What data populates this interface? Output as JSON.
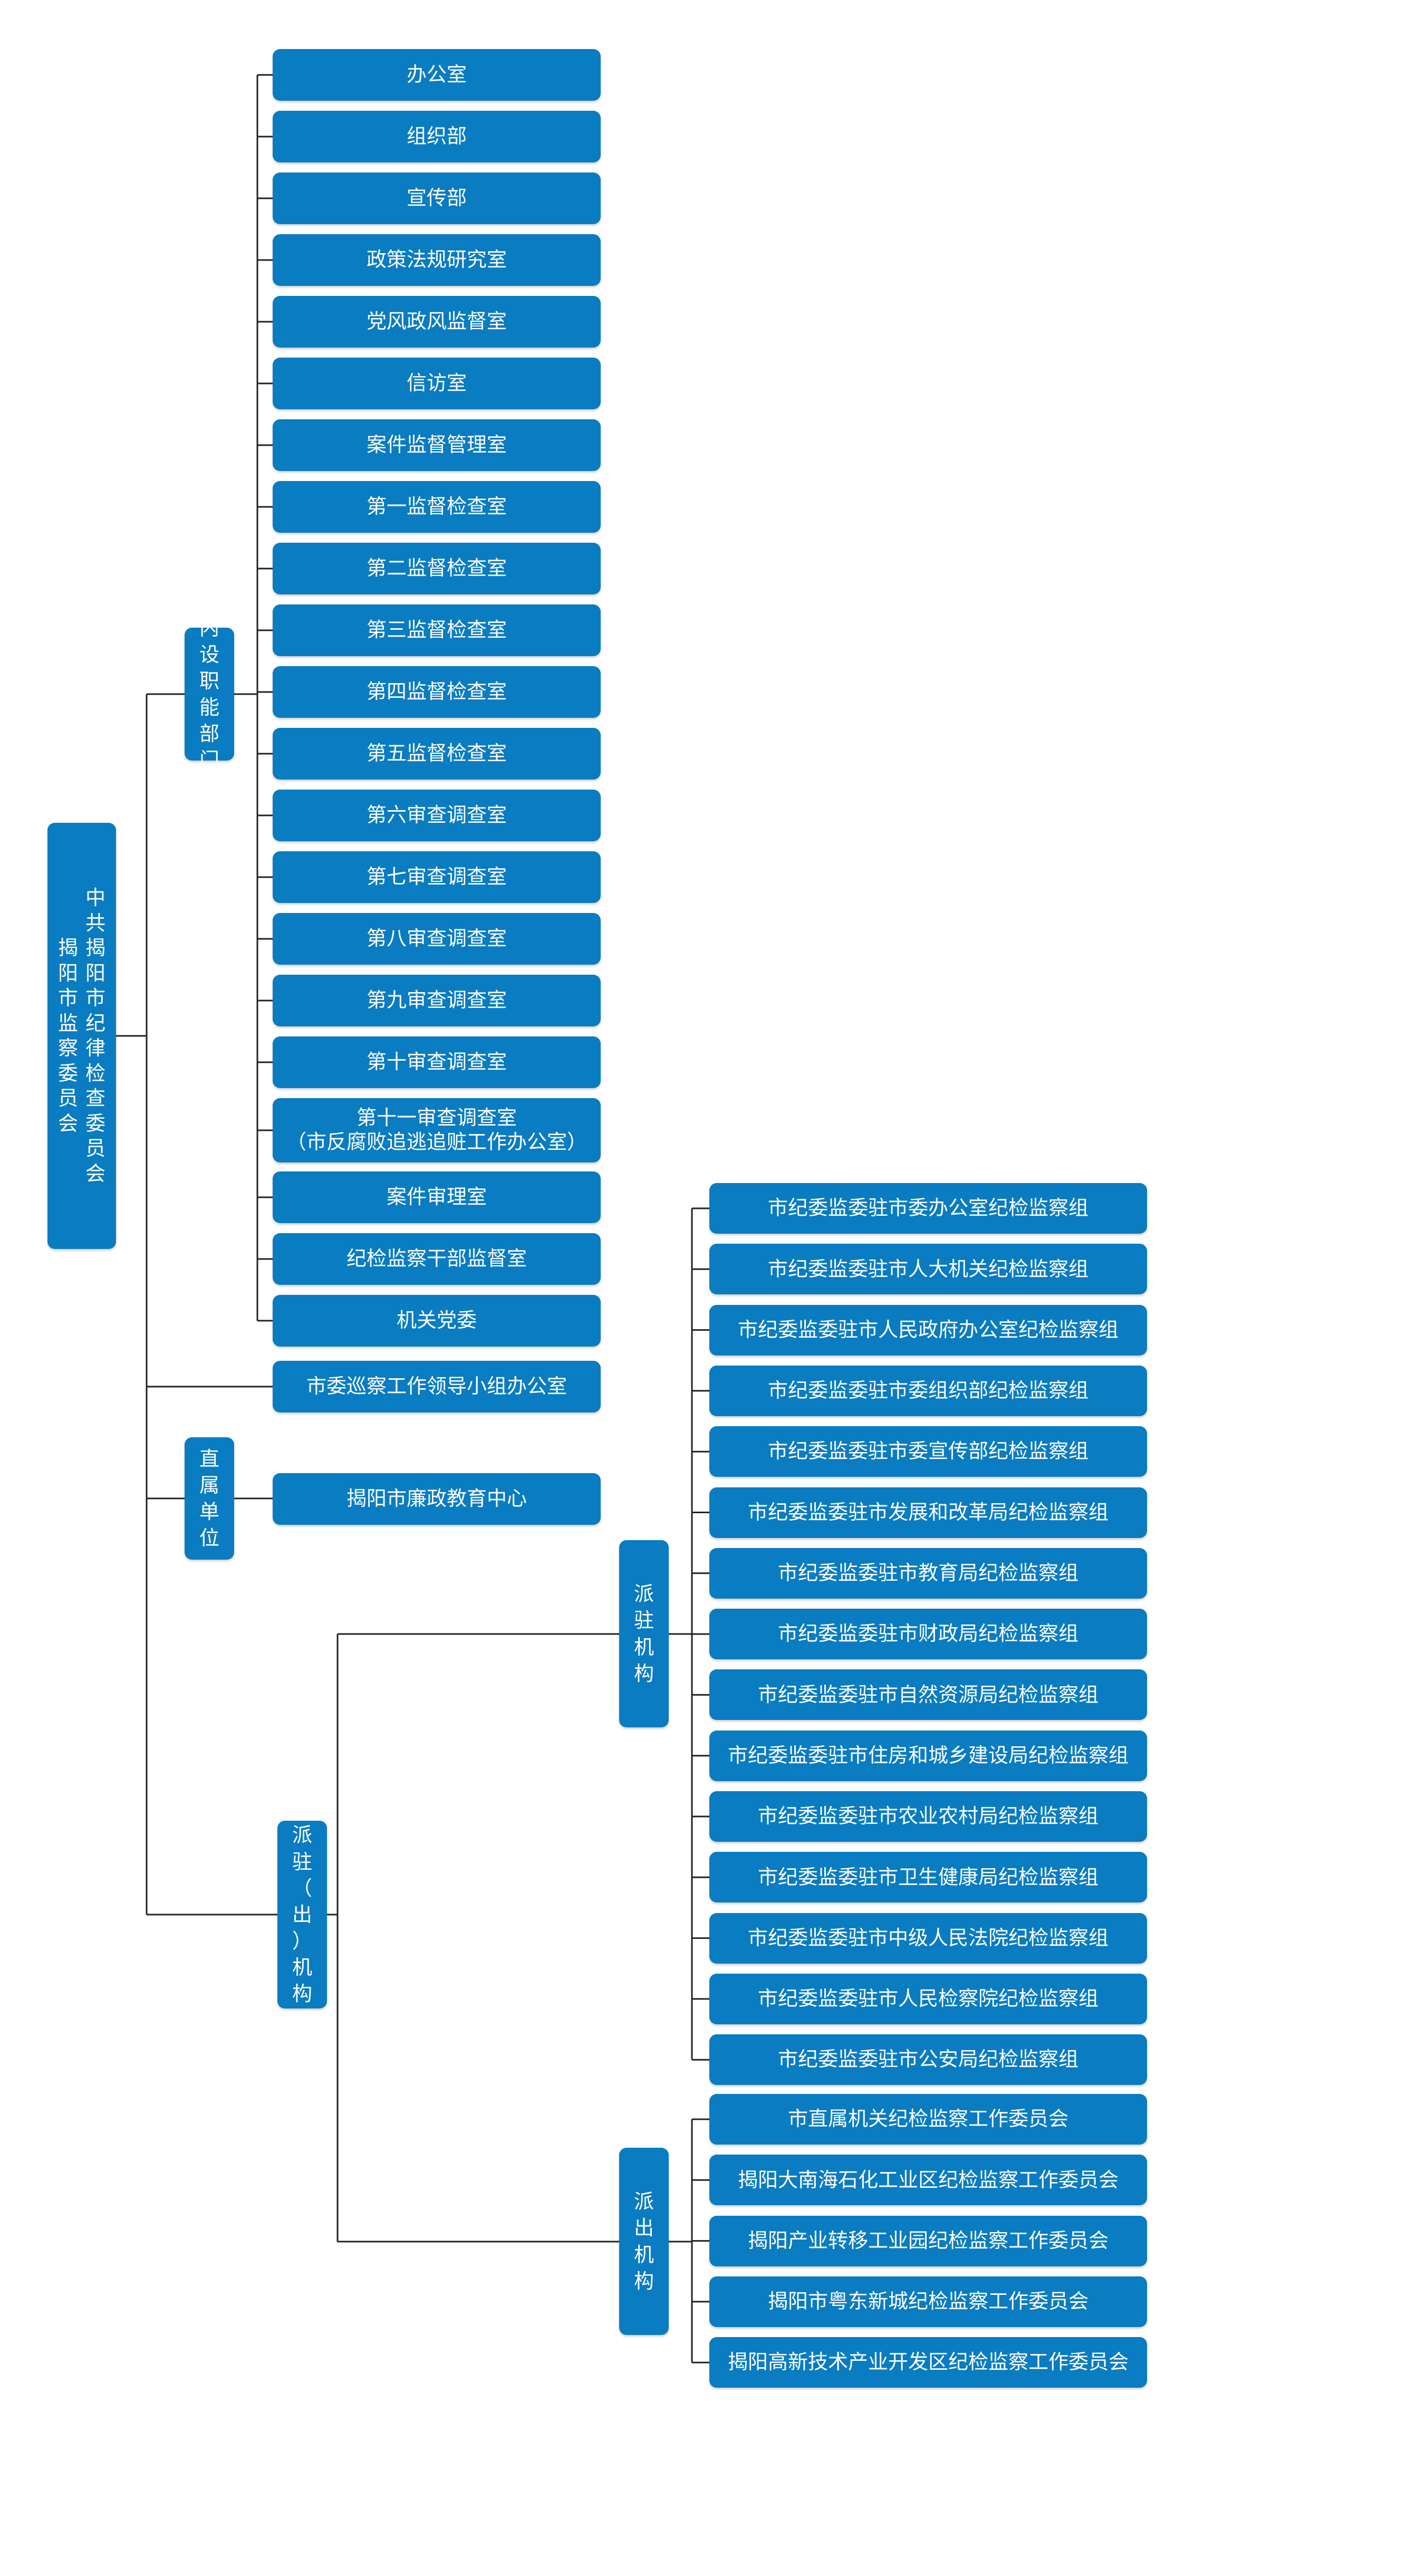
{
  "root": {
    "line1": "中共揭阳市纪律检查委员会",
    "line2": "揭阳市监察委员会"
  },
  "internal": {
    "label": "内设职能部门",
    "items": [
      "办公室",
      "组织部",
      "宣传部",
      "政策法规研究室",
      "党风政风监督室",
      "信访室",
      "案件监督管理室",
      "第一监督检查室",
      "第二监督检查室",
      "第三监督检查室",
      "第四监督检查室",
      "第五监督检查室",
      "第六审查调查室",
      "第七审查调查室",
      "第八审查调查室",
      "第九审查调查室",
      "第十审查调查室",
      "第十一审查调查室\n（市反腐败追逃追赃工作办公室）",
      "案件审理室",
      "纪检监察干部监督室",
      "机关党委"
    ]
  },
  "inspection_office": "市委巡察工作领导小组办公室",
  "direct": {
    "label": "直属单位",
    "items": [
      "揭阳市廉政教育中心"
    ]
  },
  "dispatched": {
    "label": "派驻（出）机构",
    "stationed": {
      "label": "派驻机构",
      "items": [
        "市纪委监委驻市委办公室纪检监察组",
        "市纪委监委驻市人大机关纪检监察组",
        "市纪委监委驻市人民政府办公室纪检监察组",
        "市纪委监委驻市委组织部纪检监察组",
        "市纪委监委驻市委宣传部纪检监察组",
        "市纪委监委驻市发展和改革局纪检监察组",
        "市纪委监委驻市教育局纪检监察组",
        "市纪委监委驻市财政局纪检监察组",
        "市纪委监委驻市自然资源局纪检监察组",
        "市纪委监委驻市住房和城乡建设局纪检监察组",
        "市纪委监委驻市农业农村局纪检监察组",
        "市纪委监委驻市卫生健康局纪检监察组",
        "市纪委监委驻市中级人民法院纪检监察组",
        "市纪委监委驻市人民检察院纪检监察组",
        "市纪委监委驻市公安局纪检监察组"
      ]
    },
    "sent": {
      "label": "派出机构",
      "items": [
        "市直属机关纪检监察工作委员会",
        "揭阳大南海石化工业区纪检监察工作委员会",
        "揭阳产业转移工业园纪检监察工作委员会",
        "揭阳市粤东新城纪检监察工作委员会",
        "揭阳高新技术产业开发区纪检监察工作委员会"
      ]
    }
  }
}
